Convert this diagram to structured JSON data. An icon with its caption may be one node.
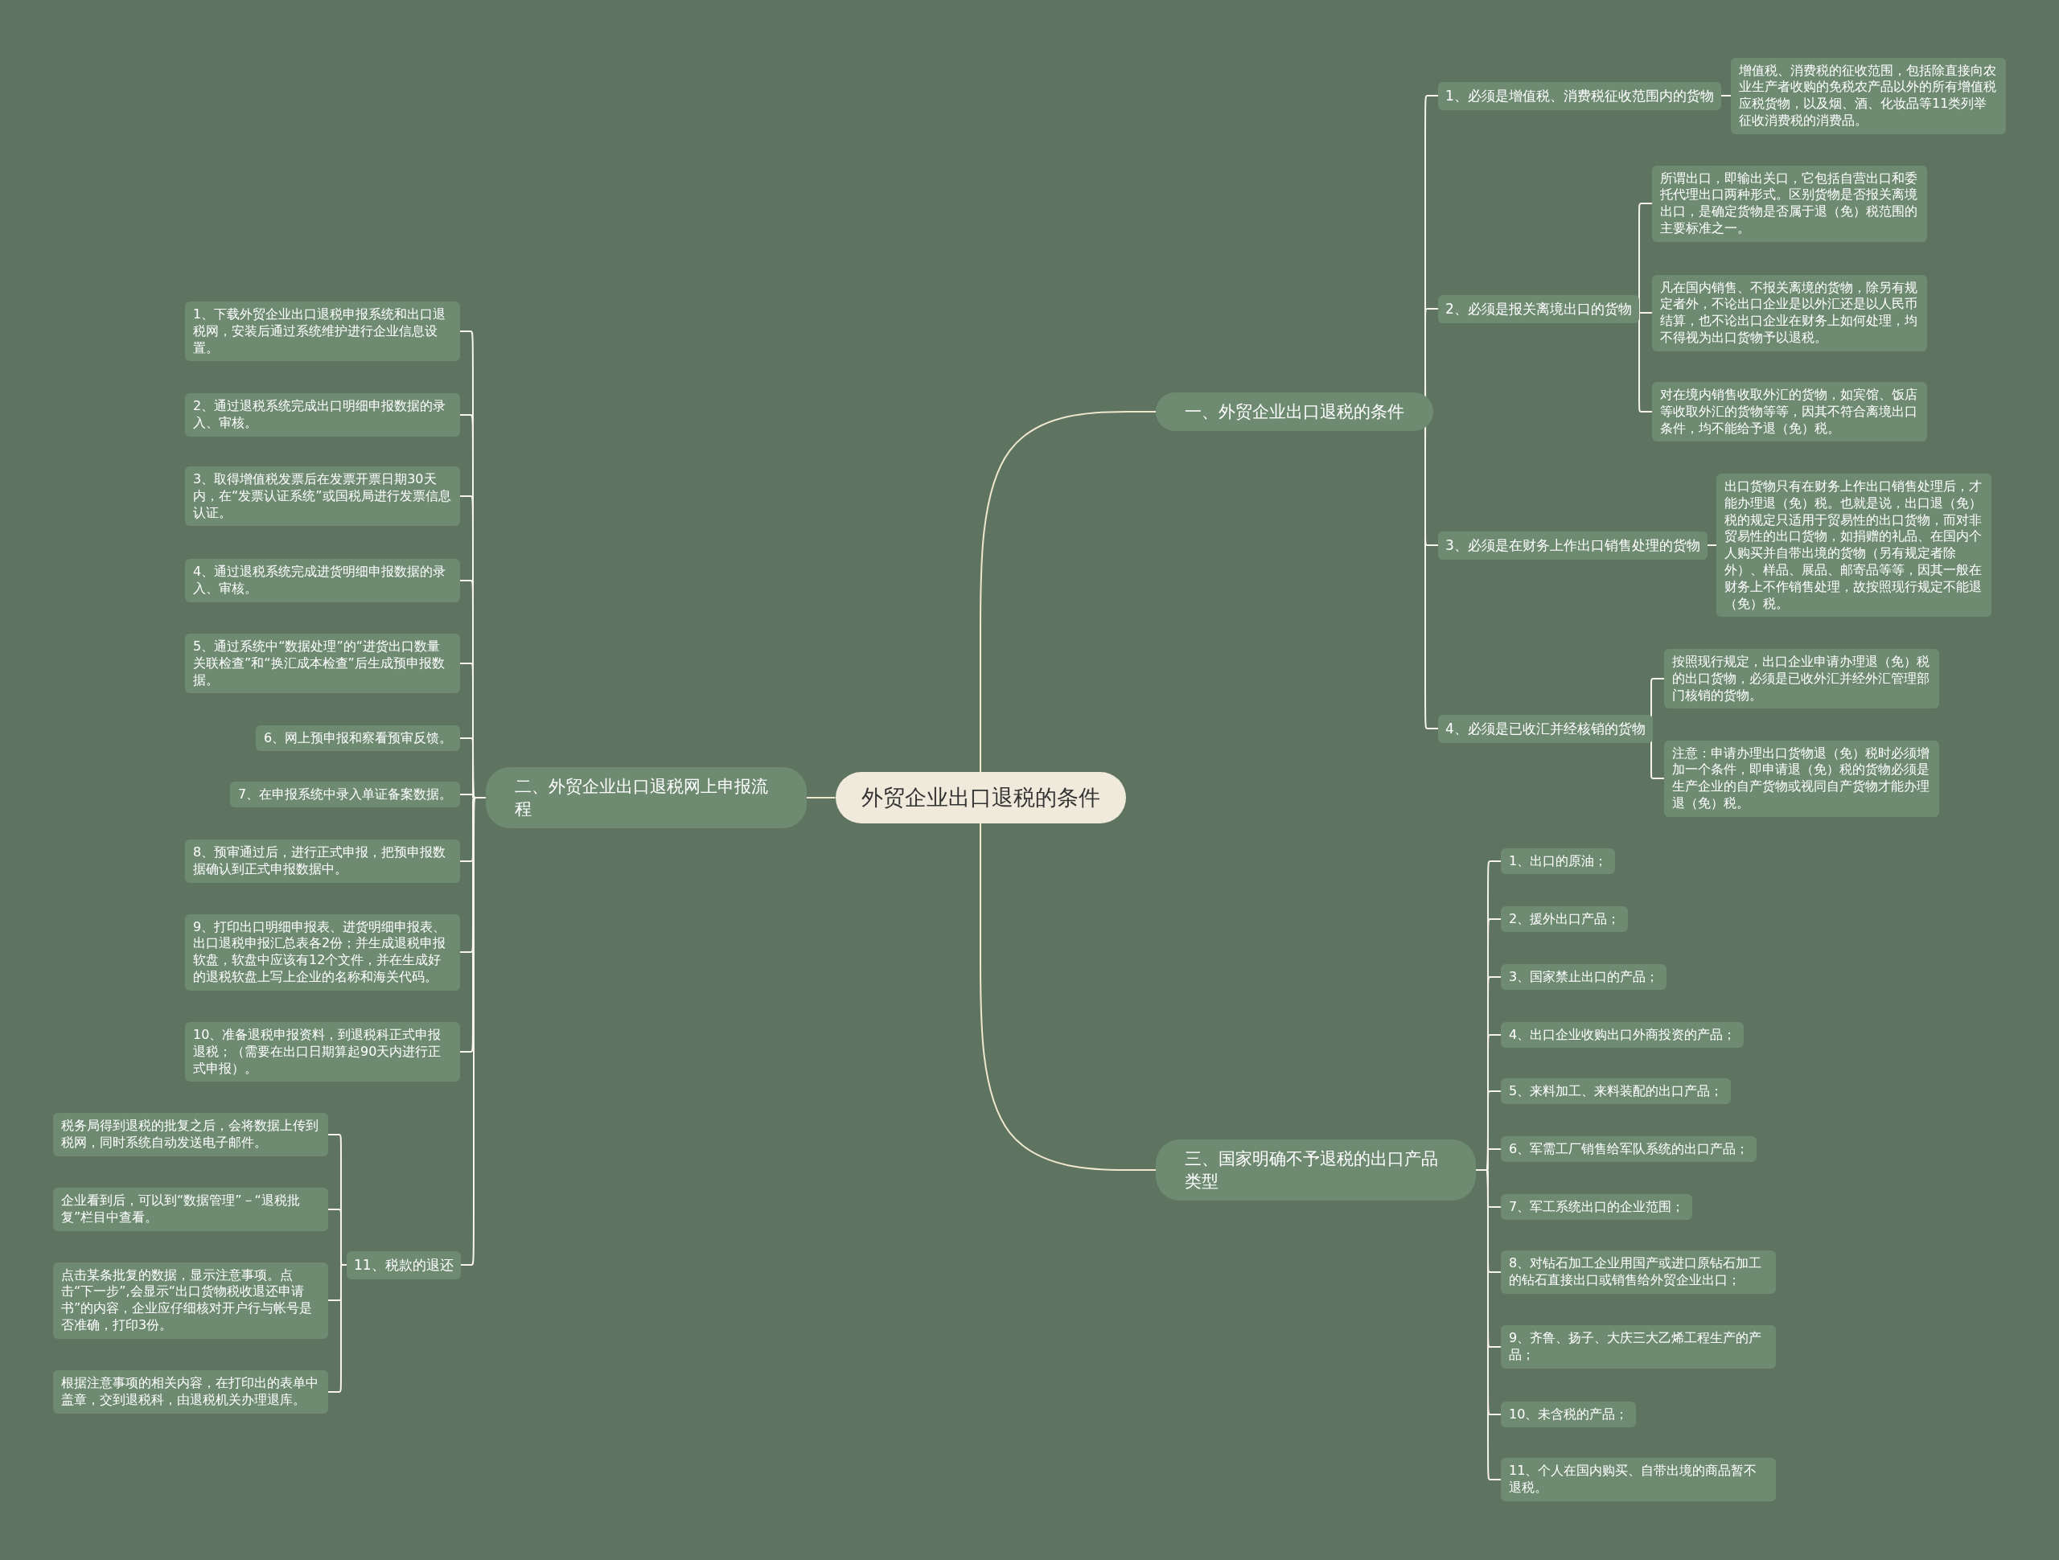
{
  "diagram": {
    "nodes": [
      {
        "text": [
          "外贸企业出口退税的条件"
        ]
      },
      {
        "text": [
          "一、外贸企业出口退税的条件"
        ]
      },
      {
        "text": [
          "1、必须是增值税、消费税征收范围内的货物"
        ]
      },
      {
        "text": [
          "增值税、消费税的征收范围，包括除直接向农业生产者收购的免税农产品以外的所有增值税应税货物，以及烟、酒、化妆品等11类列举征收消费税的消费品。"
        ]
      },
      {
        "text": [
          "2、必须是报关离境出口的货物"
        ]
      },
      {
        "text": [
          "所谓出口，即输出关口，它包括自营出口和委托代理出口两种形式。区别货物是否报关离境出口，是确定货物是否属于退（免）税范围的主要标准之一。"
        ]
      },
      {
        "text": [
          "凡在国内销售、不报关离境的货物，除另有规定者外，不论出口企业是以外汇还是以人民币结算，也不论出口企业在财务上如何处理，均不得视为出口货物予以退税。"
        ]
      },
      {
        "text": [
          "对在境内销售收取外汇的货物，如宾馆、饭店等收取外汇的货物等等，因其不符合离境出口条件，均不能给予退（免）税。"
        ]
      },
      {
        "text": [
          "3、必须是在财务上作出口销售处理的货物"
        ]
      },
      {
        "text": [
          "出口货物只有在财务上作出口销售处理后，才能办理退（免）税。也就是说，出口退（免）税的规定只适用于贸易性的出口货物，而对非贸易性的出口货物，如捐赠的礼品、在国内个人购买并自带出境的货物（另有规定者除外）、样品、展品、邮寄品等等，因其一般在财务上不作销售处理，故按照现行规定不能退（免）税。"
        ]
      },
      {
        "text": [
          "4、必须是已收汇并经核销的货物"
        ]
      },
      {
        "text": [
          "按照现行规定，出口企业申请办理退（免）税的出口货物，必须是已收外汇并经外汇管理部门核销的货物。"
        ]
      },
      {
        "text": [
          "注意：申请办理出口货物退（免）税时必须增加一个条件，即申请退（免）税的货物必须是生产企业的自产货物或视同自产货物才能办理退（免）税。"
        ]
      },
      {
        "text": [
          "三、国家明确不予退税的出口产品类型"
        ]
      },
      {
        "text": [
          "1、出口的原油；"
        ]
      },
      {
        "text": [
          "2、援外出口产品；"
        ]
      },
      {
        "text": [
          "3、国家禁止出口的产品；"
        ]
      },
      {
        "text": [
          "4、出口企业收购出口外商投资的产品；"
        ]
      },
      {
        "text": [
          "5、来料加工、来料装配的出口产品；"
        ]
      },
      {
        "text": [
          "6、军需工厂销售给军队系统的出口产品；"
        ]
      },
      {
        "text": [
          "7、军工系统出口的企业范围；"
        ]
      },
      {
        "text": [
          "8、对钻石加工企业用国产或进口原钻石加工的钻石直接出口或销售给外贸企业出口；"
        ]
      },
      {
        "text": [
          "9、齐鲁、扬子、大庆三大乙烯工程生产的产品；"
        ]
      },
      {
        "text": [
          "10、未含税的产品；"
        ]
      },
      {
        "text": [
          "11、个人在国内购买、自带出境的商品暂不退税。"
        ]
      },
      {
        "text": [
          "二、外贸企业出口退税网上申报流程"
        ]
      },
      {
        "text": [
          "1、下载外贸企业出口退税申报系统和出口退税网，安装后通过系统维护进行企业信息设置。"
        ]
      },
      {
        "text": [
          "2、通过退税系统完成出口明细申报数据的录入、审核。"
        ]
      },
      {
        "text": [
          "3、取得增值税发票后在发票开票日期30天内，在“发票认证系统”或国税局进行发票信息认证。"
        ]
      },
      {
        "text": [
          "4、通过退税系统完成进货明细申报数据的录入、审核。"
        ]
      },
      {
        "text": [
          "5、通过系统中“数据处理”的“进货出口数量关联检查”和“换汇成本检查”后生成预申报数据。"
        ]
      },
      {
        "text": [
          "6、网上预申报和察看预审反馈。"
        ]
      },
      {
        "text": [
          "7、在申报系统中录入单证备案数据。"
        ]
      },
      {
        "text": [
          "8、预审通过后，进行正式申报，把预申报数据确认到正式申报数据中。"
        ]
      },
      {
        "text": [
          "9、打印出口明细申报表、进货明细申报表、出口退税申报汇总表各2份；并生成退税申报软盘，软盘中应该有12个文件，并在生成好的退税软盘上写上企业的名称和海关代码。"
        ]
      },
      {
        "text": [
          "10、准备退税申报资料，到退税科正式申报退税；（需要在出口日期算起90天内进行正式申报）。"
        ]
      },
      {
        "text": [
          "11、税款的退还"
        ]
      },
      {
        "text": [
          "税务局得到退税的批复之后，会将数据上传到税网，同时系统自动发送电子邮件。"
        ]
      },
      {
        "text": [
          "企业看到后，可以到“数据管理”－“退税批复”栏目中查看。"
        ]
      },
      {
        "text": [
          "点击某条批复的数据，显示注意事项。点击“下一步”,会显示“出口货物税收退还申请书”的内容，企业应仔细核对开户行与帐号是否准确，打印3份。"
        ]
      },
      {
        "text": [
          "根据注意事项的相关内容，在打印出的表单中盖章，交到退税科，由退税机关办理退库。"
        ]
      }
    ],
    "edges": [
      {
        "from": 0,
        "to": 1,
        "arrow": "none"
      },
      {
        "from": 0,
        "to": 13,
        "arrow": "none"
      },
      {
        "from": 0,
        "to": 25,
        "arrow": "none"
      },
      {
        "from": 1,
        "to": 2,
        "arrow": "none"
      },
      {
        "from": 1,
        "to": 4,
        "arrow": "none"
      },
      {
        "from": 1,
        "to": 8,
        "arrow": "none"
      },
      {
        "from": 1,
        "to": 10,
        "arrow": "none"
      },
      {
        "from": 2,
        "to": 3,
        "arrow": "none"
      },
      {
        "from": 4,
        "to": 5,
        "arrow": "none"
      },
      {
        "from": 4,
        "to": 6,
        "arrow": "none"
      },
      {
        "from": 4,
        "to": 7,
        "arrow": "none"
      },
      {
        "from": 8,
        "to": 9,
        "arrow": "none"
      },
      {
        "from": 10,
        "to": 11,
        "arrow": "none"
      },
      {
        "from": 10,
        "to": 12,
        "arrow": "none"
      },
      {
        "from": 13,
        "to": 14,
        "arrow": "none"
      },
      {
        "from": 13,
        "to": 15,
        "arrow": "none"
      },
      {
        "from": 13,
        "to": 16,
        "arrow": "none"
      },
      {
        "from": 13,
        "to": 17,
        "arrow": "none"
      },
      {
        "from": 13,
        "to": 18,
        "arrow": "none"
      },
      {
        "from": 13,
        "to": 19,
        "arrow": "none"
      },
      {
        "from": 13,
        "to": 20,
        "arrow": "none"
      },
      {
        "from": 13,
        "to": 21,
        "arrow": "none"
      },
      {
        "from": 13,
        "to": 22,
        "arrow": "none"
      },
      {
        "from": 13,
        "to": 23,
        "arrow": "none"
      },
      {
        "from": 13,
        "to": 24,
        "arrow": "none"
      },
      {
        "from": 25,
        "to": 26,
        "arrow": "none"
      },
      {
        "from": 25,
        "to": 27,
        "arrow": "none"
      },
      {
        "from": 25,
        "to": 28,
        "arrow": "none"
      },
      {
        "from": 25,
        "to": 29,
        "arrow": "none"
      },
      {
        "from": 25,
        "to": 30,
        "arrow": "none"
      },
      {
        "from": 25,
        "to": 31,
        "arrow": "none"
      },
      {
        "from": 25,
        "to": 32,
        "arrow": "none"
      },
      {
        "from": 25,
        "to": 33,
        "arrow": "none"
      },
      {
        "from": 25,
        "to": 34,
        "arrow": "none"
      },
      {
        "from": 25,
        "to": 35,
        "arrow": "none"
      },
      {
        "from": 25,
        "to": 36,
        "arrow": "none"
      },
      {
        "from": 36,
        "to": 37,
        "arrow": "none"
      },
      {
        "from": 36,
        "to": 38,
        "arrow": "none"
      },
      {
        "from": 36,
        "to": 39,
        "arrow": "none"
      },
      {
        "from": 36,
        "to": 40,
        "arrow": "none"
      }
    ]
  }
}
